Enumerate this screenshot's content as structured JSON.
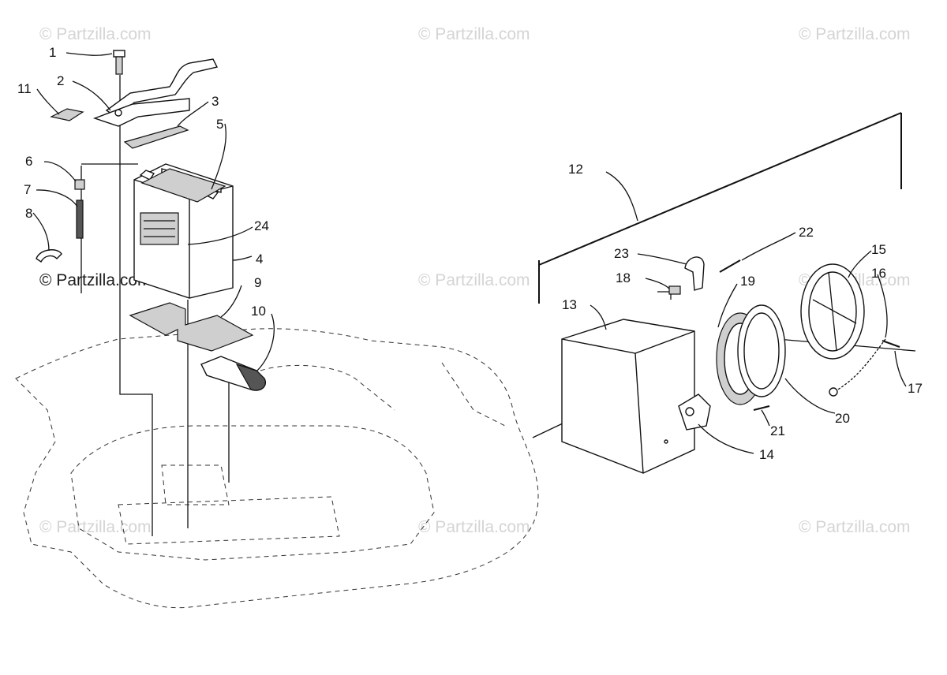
{
  "watermarks": {
    "w1": "© Partzilla.com",
    "w2": "© Partzilla.com",
    "w3": "© Partzilla.com",
    "w4": "© Partzilla.com",
    "w5": "© Partzilla.com",
    "w6": "© Partzilla.com",
    "w7": "© Partzilla.com",
    "w8": "© Partzilla.com",
    "w9": "© Partzilla.com"
  },
  "callouts": {
    "c1": "1",
    "c2": "2",
    "c3": "3",
    "c4": "4",
    "c5": "5",
    "c6": "6",
    "c7": "7",
    "c8": "8",
    "c9": "9",
    "c10": "10",
    "c11": "11",
    "c12": "12",
    "c13": "13",
    "c14": "14",
    "c15": "15",
    "c16": "16",
    "c17": "17",
    "c18": "18",
    "c19": "19",
    "c20": "20",
    "c21": "21",
    "c22": "22",
    "c23": "23",
    "c24": "24"
  },
  "colors": {
    "line": "#111111",
    "watermark": "#d4d4d4",
    "part_fill": "#cfcfcf"
  }
}
